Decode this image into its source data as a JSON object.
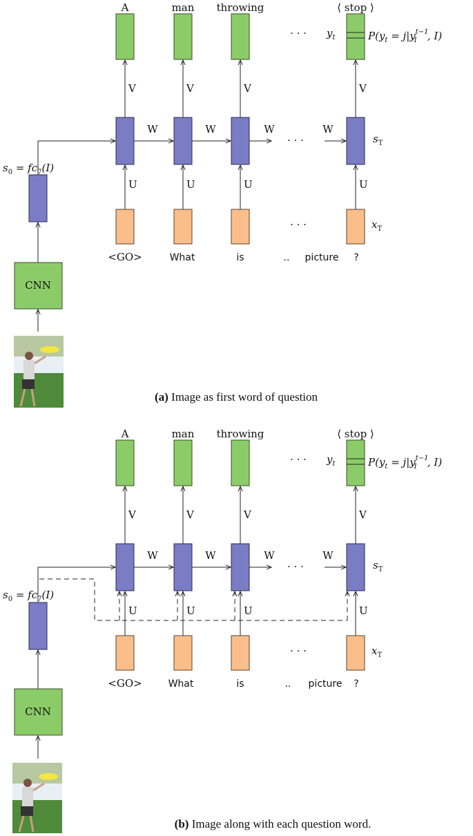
{
  "diagram": {
    "output_words": [
      "A",
      "man",
      "throwing",
      "⟨ stop ⟩"
    ],
    "input_words": [
      "<GO>",
      "What",
      "is",
      "..",
      "picture",
      "?"
    ],
    "edge_labels": {
      "w": "W",
      "v": "V",
      "u": "U"
    },
    "dots": "· · ·",
    "y_t": "y",
    "y_t_sub": "t",
    "s_T": "s",
    "s_T_sub": "T",
    "x_T": "x",
    "x_T_sub": "T",
    "prob": "P(y",
    "prob_mid": " = j|y",
    "prob_sup": "t−1",
    "prob_sub1": "1",
    "prob_end": ", I)",
    "s0": "s",
    "s0_sub": "0",
    "s0_eq": " = fc",
    "s0_sub7": "7",
    "s0_end": "(I)",
    "cnn": "CNN"
  },
  "captions": {
    "a_tag": "(a)",
    "a_text": " Image as first word of question",
    "b_tag": "(b)",
    "b_text": " Image along with each question word."
  },
  "photo": {
    "sky": "#e8eff5",
    "grass": "#4f8a3a",
    "frisbee": "#f2e640",
    "shirt": "#d8d8d8"
  }
}
